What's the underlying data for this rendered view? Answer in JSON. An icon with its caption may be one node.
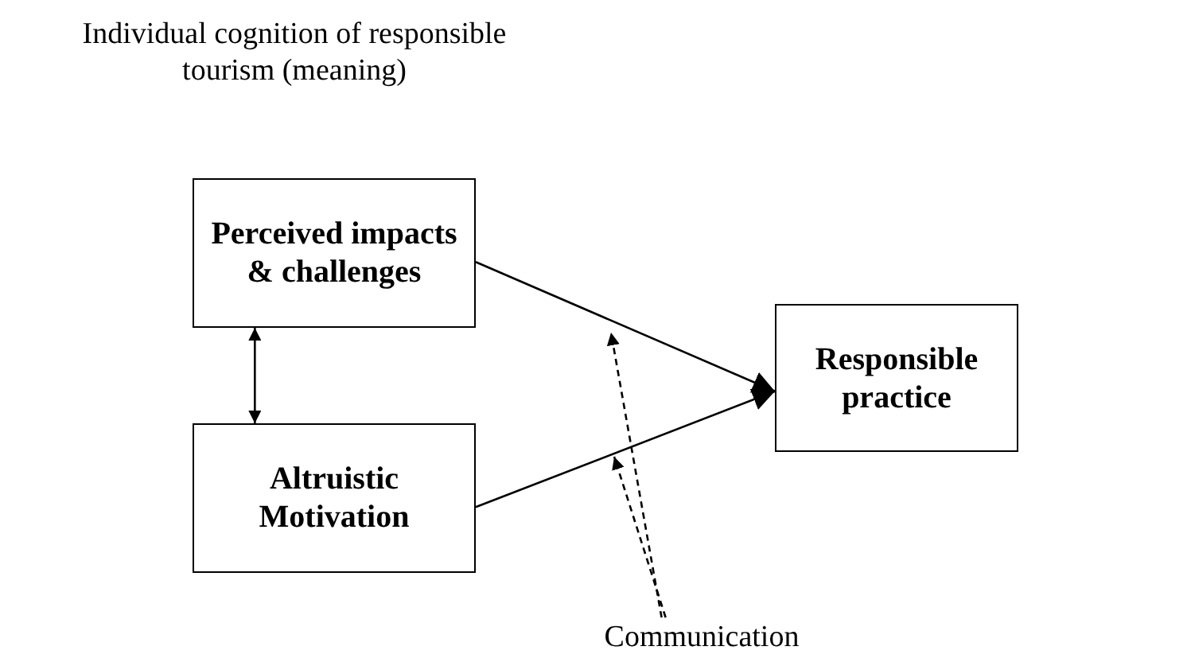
{
  "diagram": {
    "nodes": [
      {
        "text": [
          "Perceived impacts & challenges"
        ]
      },
      {
        "text": [
          "Altruistic Motivation"
        ]
      },
      {
        "text": [
          "Responsible practice"
        ]
      },
      {
        "text": [
          "Communication"
        ]
      }
    ],
    "edges": [
      {
        "from": 0,
        "to": 2,
        "arrow": "to"
      },
      {
        "from": 1,
        "to": 2,
        "arrow": "to"
      },
      {
        "from": 0,
        "to": 1,
        "arrow": "both"
      },
      {
        "from": 3,
        "to": null,
        "arrow": "to",
        "style": "dashed"
      },
      {
        "from": 3,
        "to": null,
        "arrow": "to",
        "style": "dashed"
      }
    ],
    "labels": [
      "Individual cognition of responsible tourism (meaning)"
    ]
  }
}
